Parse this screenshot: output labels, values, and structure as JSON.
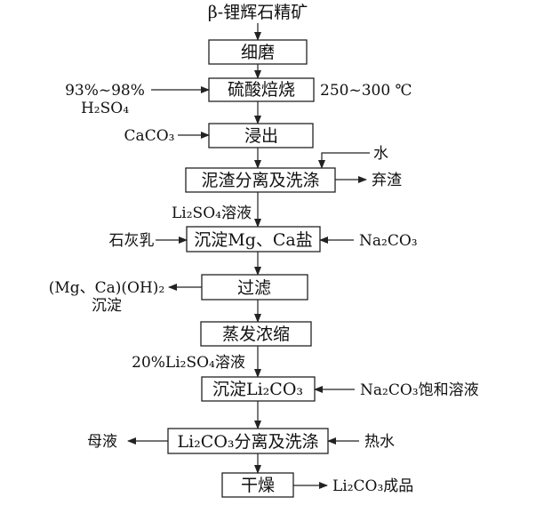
{
  "diagram": {
    "raw_material": "β-锂辉石精矿",
    "steps": [
      "细磨",
      "硫酸焙烧",
      "浸出",
      "泥渣分离及洗涤",
      "沉淀Mg、Ca盐",
      "过滤",
      "蒸发浓缩",
      "沉淀Li₂CO₃",
      "Li₂CO₃分离及洗涤",
      "干燥"
    ],
    "inputs": {
      "acid_line1": "93%~98%",
      "acid_line2": "H₂SO₄",
      "roast_temp": "250~300 ℃",
      "leach_agent": "CaCO₃",
      "water": "水",
      "lime_milk": "石灰乳",
      "na2co3": "Na₂CO₃",
      "na2co3_saturated": "Na₂CO₃饱和溶液",
      "hot_water": "热水"
    },
    "outputs": {
      "waste_residue": "弃渣",
      "precipitate_line1": "(Mg、Ca)(OH)₂",
      "precipitate_line2": "沉淀",
      "mother_liquor": "母液",
      "product": "Li₂CO₃成品"
    },
    "streams": {
      "li2so4_solution": "Li₂SO₄溶液",
      "li2so4_20": "20%Li₂SO₄溶液"
    }
  }
}
